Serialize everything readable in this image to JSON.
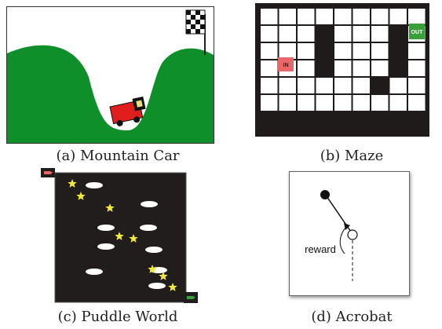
{
  "figure": {
    "captions": {
      "a": "(a) Mountain Car",
      "b": "(b) Maze",
      "c": "(c) Puddle World",
      "d": "(d) Acrobat"
    },
    "maze": {
      "in_label": "IN",
      "out_label": "OUT",
      "colors": {
        "in": "#e8686a",
        "out": "#3aa13a",
        "wall": "#1f1b1b",
        "cell": "#ffffff"
      }
    },
    "acrobat": {
      "reward_label": "reward"
    },
    "mountain_car": {
      "colors": {
        "hill": "#0f8f2a",
        "car": "#e01e1e",
        "flag": "#111111"
      }
    },
    "puddle_world": {
      "colors": {
        "background": "#221d1d",
        "star": "#f2ea3a",
        "puddle": "#ffffff",
        "start": "#e8686a",
        "goal": "#3aa13a"
      }
    }
  }
}
